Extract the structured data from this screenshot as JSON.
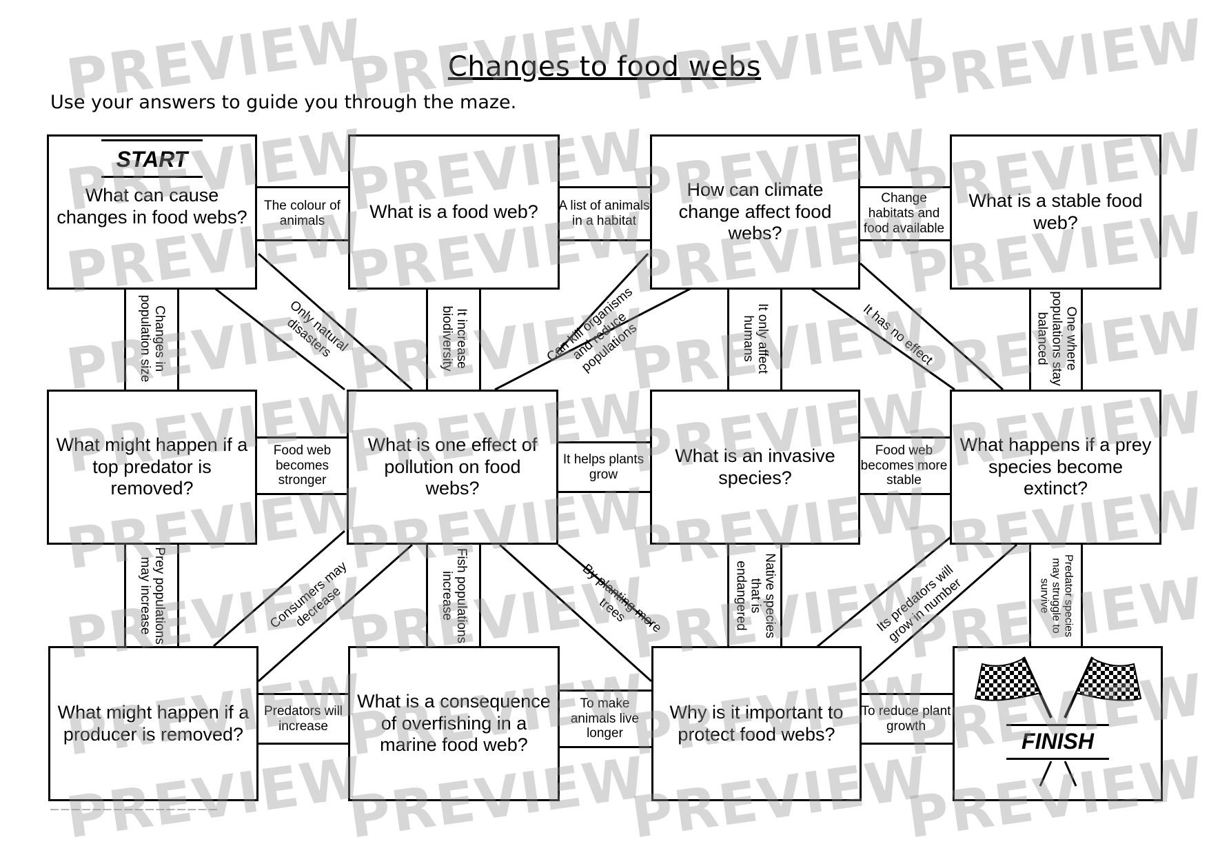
{
  "title": "Changes to food webs",
  "instructions": "Use your answers to guide you through the maze.",
  "start_label": "START",
  "finish_label": "FINISH",
  "boxes": {
    "r1c1": "What can cause changes in food webs?",
    "r1c2": "What is a food web?",
    "r1c3": "How can climate change affect food webs?",
    "r1c4": "What is a stable food web?",
    "r2c1": "What might happen if a top predator is removed?",
    "r2c2": "What is one effect of pollution on food webs?",
    "r2c3": "What is an invasive species?",
    "r2c4": "What happens if a prey species become extinct?",
    "r3c1": "What might happen if a producer is removed?",
    "r3c2": "What is a consequence of overfishing in a marine food web?",
    "r3c3": "Why is it important to protect food webs?"
  },
  "horizontal_answers": {
    "r1_12": "The colour of animals",
    "r1_23": "A list of animals in a habitat",
    "r1_34": "Change habitats and food available",
    "r2_12": "Food web becomes stronger",
    "r2_23": "It helps plants grow",
    "r2_34": "Food web becomes more stable",
    "r3_12": "Predators will increase",
    "r3_23": "To make animals live longer",
    "r3_34": "To reduce plant growth"
  },
  "vertical_answers": {
    "c1_12": "Changes in population size",
    "c2_12": "It increase biodiversity",
    "c3_12": "It only affect humans",
    "c4_12": "One where populations stay balanced",
    "c1_23": "Prey populations may increase",
    "c2_23": "Fish populations increase",
    "c3_23": "Native species that is endangered",
    "c4_23": "Predator species may struggle to survive"
  },
  "diagonal_answers": {
    "d1": "Only natural disasters",
    "d2": "Can kill organisms and reduce populations",
    "d3": "It has no effect",
    "d4": "Consumers may decrease",
    "d5": "By planting more trees",
    "d6": "Its predators will grow in number"
  },
  "watermark_text": "PREVIEW"
}
